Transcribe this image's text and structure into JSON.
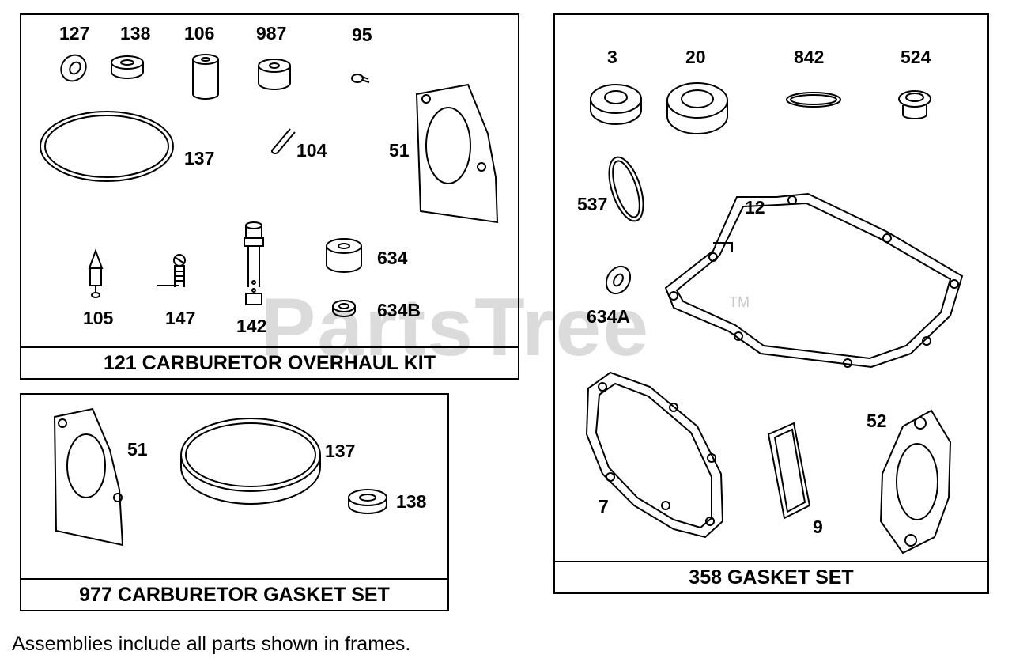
{
  "frames": {
    "overhaul_kit": {
      "title": "121 CARBURETOR OVERHAUL KIT",
      "parts": [
        "127",
        "138",
        "106",
        "987",
        "95",
        "137",
        "104",
        "51",
        "105",
        "147",
        "142",
        "634",
        "634B"
      ]
    },
    "carb_gasket_set": {
      "title": "977 CARBURETOR GASKET SET",
      "parts": [
        "51",
        "137",
        "138"
      ]
    },
    "gasket_set": {
      "title": "358 GASKET SET",
      "parts": [
        "3",
        "20",
        "842",
        "524",
        "537",
        "12",
        "634A",
        "52",
        "7",
        "9"
      ]
    }
  },
  "watermark": "PartsTree",
  "trademark": "TM",
  "footnote": "Assemblies include all parts shown in frames."
}
